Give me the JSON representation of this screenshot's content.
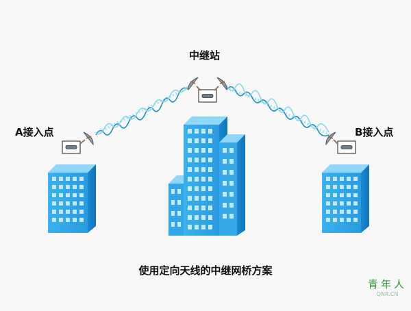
{
  "labels": {
    "relay": "中继站",
    "point_a": "A接入点",
    "point_b": "B接入点"
  },
  "caption": "使用定向天线的中继网桥方案",
  "watermark": {
    "chinese": "青年人",
    "english": "QNR.CN"
  },
  "colors": {
    "building_face": "#3fb2ee",
    "building_side": "#1787cf",
    "building_roof": "#8fd8fb",
    "window": "#bfe8fd",
    "wave_light": "#a7e4f5",
    "wave_dark": "#1c7fa8",
    "antenna": "#8a6a4a"
  }
}
